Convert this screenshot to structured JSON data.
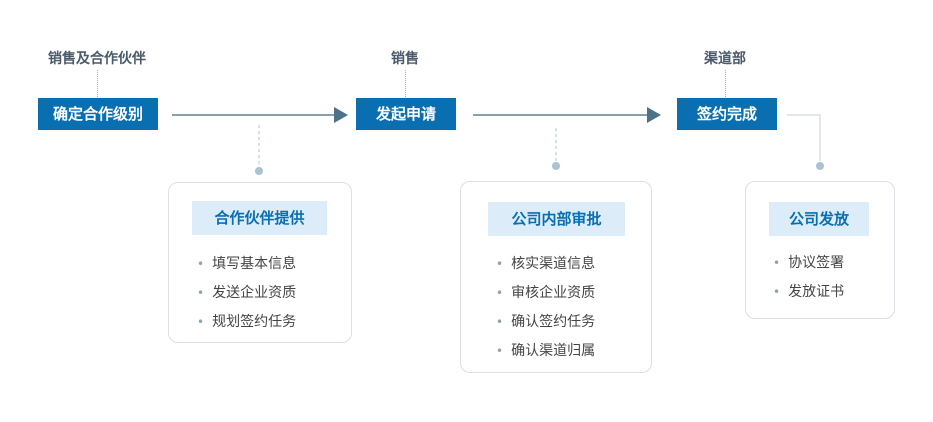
{
  "roles": [
    "销售及合作伙伴",
    "销售",
    "渠道部"
  ],
  "steps": [
    "确定合作级别",
    "发起申请",
    "签约完成"
  ],
  "cards": [
    {
      "title": "合作伙伴提供",
      "items": [
        "填写基本信息",
        "发送企业资质",
        "规划签约任务"
      ]
    },
    {
      "title": "公司内部审批",
      "items": [
        "核实渠道信息",
        "审核企业资质",
        "确认签约任务",
        "确认渠道归属"
      ]
    },
    {
      "title": "公司发放",
      "items": [
        "协议签署",
        "发放证书"
      ]
    }
  ],
  "colors": {
    "step_bg": "#0a6fb0",
    "card_title_bg": "#dcecf8",
    "arrow": "#5f8097",
    "connector": "#a9c3d3"
  }
}
